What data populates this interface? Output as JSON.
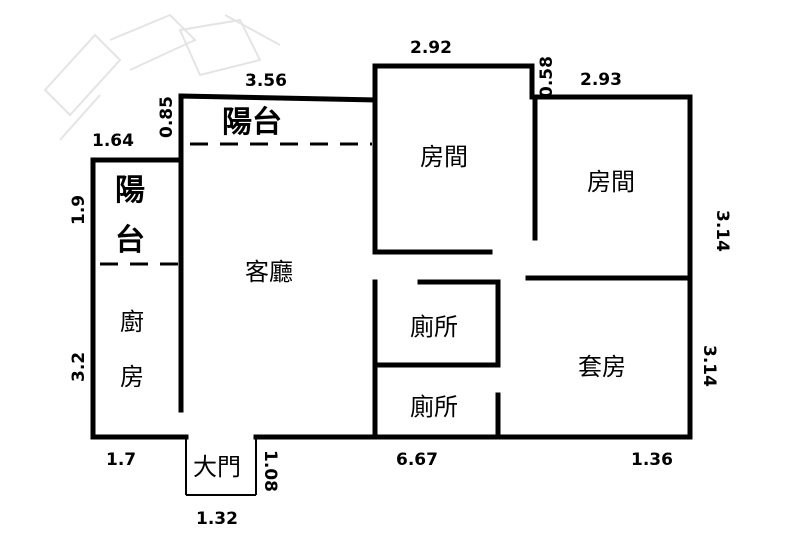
{
  "rooms": {
    "balcony_top": "陽台",
    "balcony_left_1": "陽",
    "balcony_left_2": "台",
    "living": "客廳",
    "bedroom_1": "房間",
    "bedroom_2": "房間",
    "bath_1": "廁所",
    "bath_2": "廁所",
    "suite": "套房",
    "kitchen_1": "廚",
    "kitchen_2": "房",
    "entrance": "大門"
  },
  "dimensions": {
    "d_356": "3.56",
    "d_292": "2.92",
    "d_058": "0.58",
    "d_293": "2.93",
    "d_085": "0.85",
    "d_164": "1.64",
    "d_19": "1.9",
    "d_314_top": "3.14",
    "d_32": "3.2",
    "d_314_bottom": "3.14",
    "d_17": "1.7",
    "d_667": "6.67",
    "d_136": "1.36",
    "d_108": "1.08",
    "d_132": "1.32"
  }
}
